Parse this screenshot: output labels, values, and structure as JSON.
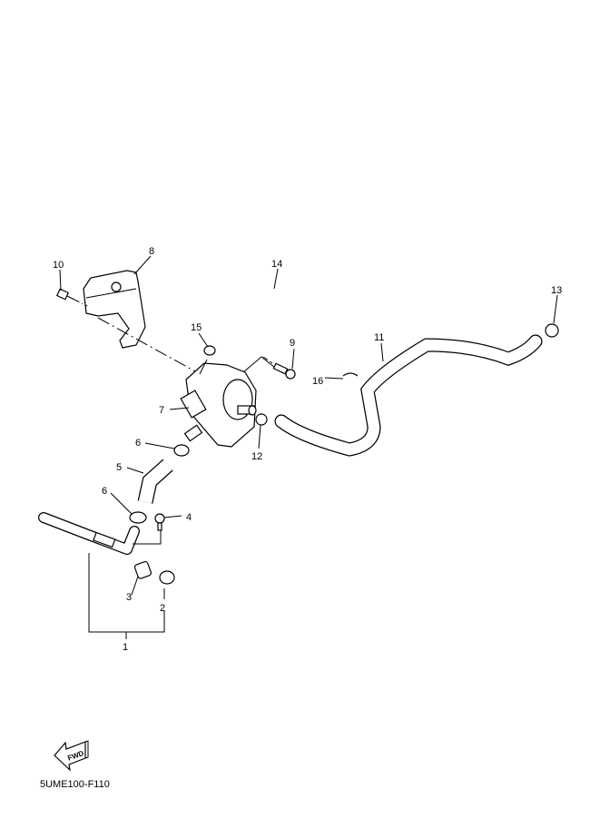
{
  "diagram": {
    "callouts": [
      "1",
      "2",
      "3",
      "4",
      "5",
      "6",
      "7",
      "8",
      "9",
      "10",
      "11",
      "12",
      "13",
      "14",
      "15",
      "16"
    ],
    "fwd_label": "FWD",
    "drawing_code": "5UME100-F110"
  }
}
